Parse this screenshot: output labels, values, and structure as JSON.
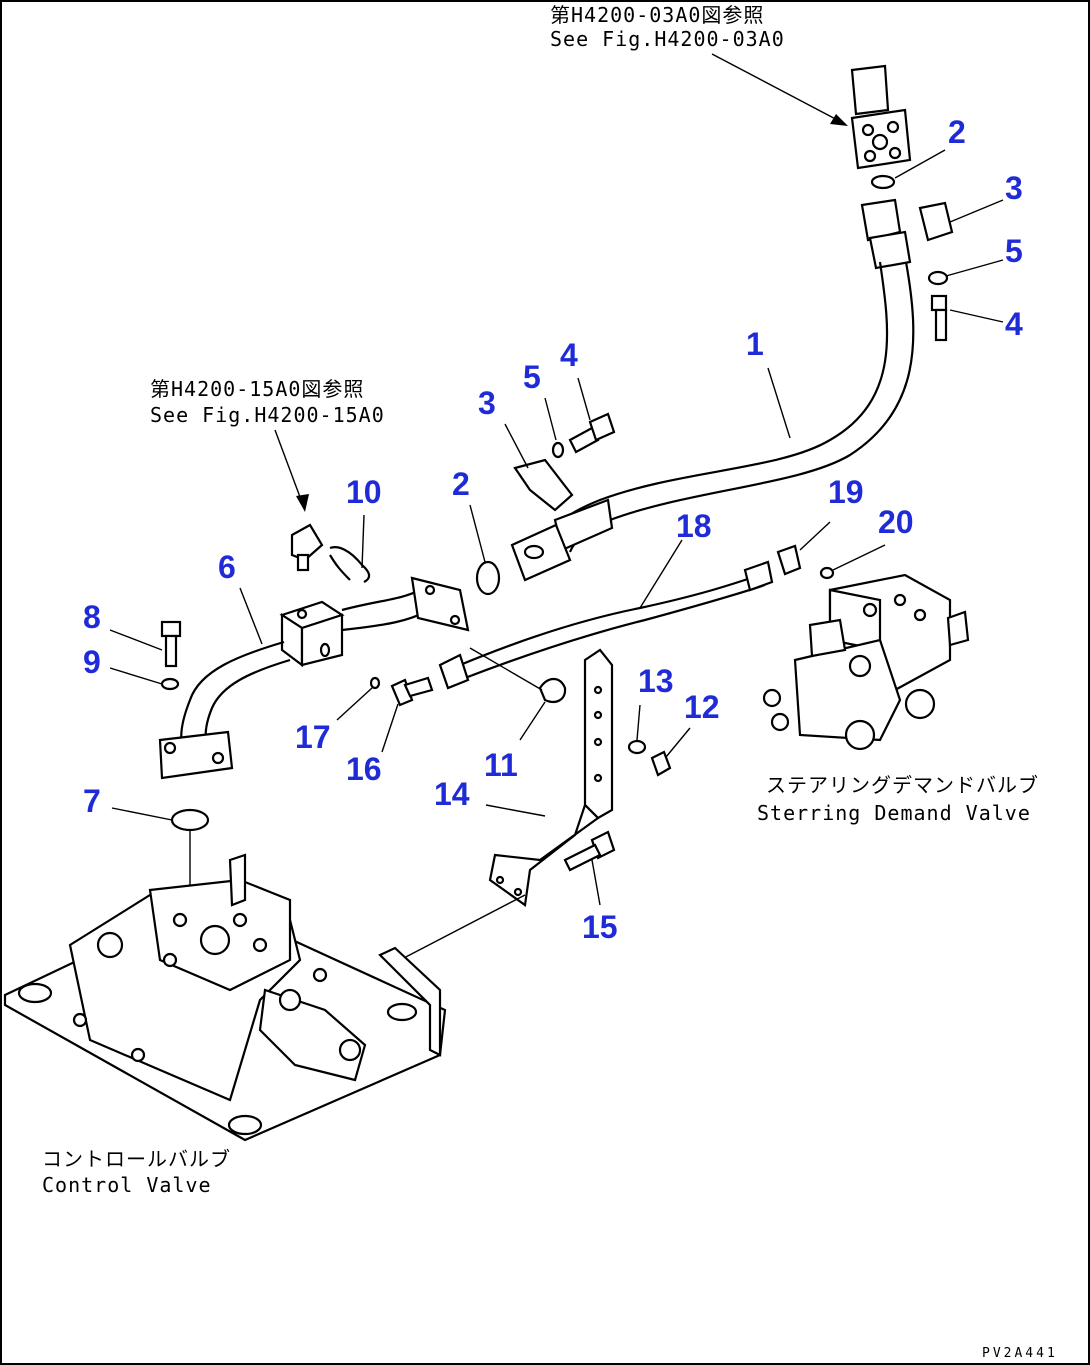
{
  "references": {
    "top_jp": "第H4200-03A0図参照",
    "top_en": "See Fig.H4200-03A0",
    "mid_jp": "第H4200-15A0図参照",
    "mid_en": "See Fig.H4200-15A0"
  },
  "components": {
    "steering_valve_jp": "ステアリングデマンドバルブ",
    "steering_valve_en": "Sterring Demand Valve",
    "control_valve_jp": "コントロールバルブ",
    "control_valve_en": "Control Valve"
  },
  "callouts": {
    "c1": "1",
    "c2a": "2",
    "c2b": "2",
    "c3a": "3",
    "c3b": "3",
    "c4a": "4",
    "c4b": "4",
    "c5a": "5",
    "c5b": "5",
    "c6": "6",
    "c7": "7",
    "c8": "8",
    "c9": "9",
    "c10": "10",
    "c11": "11",
    "c12": "12",
    "c13": "13",
    "c14": "14",
    "c15": "15",
    "c16": "16",
    "c17": "17",
    "c18": "18",
    "c19": "19",
    "c20": "20"
  },
  "drawing_code": "PV2A441",
  "colors": {
    "callout": "#1f2bd6",
    "line": "#000000",
    "background": "#ffffff"
  }
}
